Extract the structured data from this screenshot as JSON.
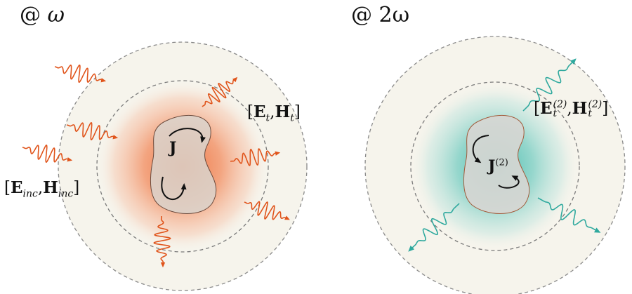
{
  "panel_left": {
    "frequency_label": {
      "prefix": "@",
      "symbol": "ω"
    },
    "incident_field": {
      "open": "[",
      "E": "E",
      "E_sub": "inc",
      "sep": ",",
      "H": "H",
      "H_sub": "inc",
      "close": "]"
    },
    "total_field": {
      "open": "[",
      "E": "E",
      "E_sub": "t",
      "sep": ",",
      "H": "H",
      "H_sub": "t",
      "close": "]"
    },
    "current_label": "J",
    "colors": {
      "wave": "#e0541b",
      "glow": "#f07845",
      "shell": "#f6f4ec",
      "body": "#d9d3cd",
      "body_edge": "#7a4a38"
    }
  },
  "panel_right": {
    "frequency_label": {
      "prefix": "@",
      "symbol": "2ω"
    },
    "total_field": {
      "open": "[",
      "E": "E",
      "E_sub": "t",
      "E_sup": "(2)",
      "sep": ",",
      "H": "H",
      "H_sub": "t",
      "H_sup": "(2)",
      "close": "]"
    },
    "current_label": {
      "base": "J",
      "sup": "(2)"
    },
    "colors": {
      "wave": "#2fa99e",
      "glow": "#4fc3b5",
      "shell": "#f6f4ec",
      "body": "#d6d6d3",
      "body_edge": "#a25a3a"
    }
  },
  "dashed_circle_color": "#8a8a8a"
}
